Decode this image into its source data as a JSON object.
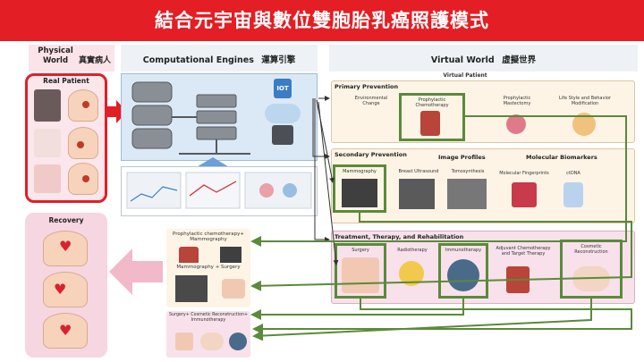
{
  "title": "結合元宇宙與數位雙胞胎乳癌照護模式",
  "headers": {
    "physical_world_en": "Physical World",
    "physical_world_zh": "真實病人",
    "engines_en": "Computational Engines",
    "engines_zh": "運算引擎",
    "virtual_en": "Virtual World",
    "virtual_zh": "虛擬世界"
  },
  "real_patient": "Real Patient",
  "recovery": "Recovery",
  "virtual_patient": "Virtual Patient",
  "iot_label": "IOT",
  "primary": {
    "title": "Primary Prevention",
    "items": [
      "Environmental Change",
      "Prophylactic Chemotherapy",
      "Prophylactic Mastectomy",
      "Life Style and Behavior Modification"
    ]
  },
  "secondary": {
    "title": "Secondary Prevention",
    "image_profiles": "Image Profiles",
    "molecular": "Molecular Biomarkers",
    "items": [
      "Mammography",
      "Breast Ultrasound",
      "Tomosynthesis",
      "Molecular Fingerprints",
      "ctDNA"
    ]
  },
  "treatment": {
    "title": "Treatment, Therapy, and Rehabilitation",
    "items": [
      "Surgery",
      "Radiotherapy",
      "Immunotherapy",
      "Adjuvant Chemotherapy and Target Therapy",
      "Cosmetic Reconstruction"
    ]
  },
  "outcomes": [
    "Prophylactic chemotherapy+ Mammography",
    "Mammography + Surgery",
    "Surgery+ Cosmetic Reconstruction+ Immunotherapy"
  ],
  "colors": {
    "accent": "#e31e24",
    "green": "#5a8a3a",
    "pink": "#f6d6e0"
  }
}
